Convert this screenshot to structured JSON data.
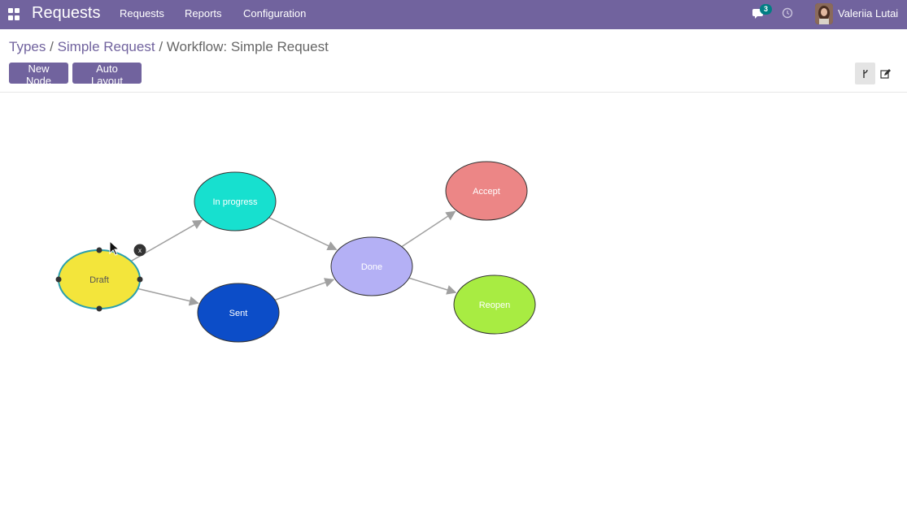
{
  "navbar": {
    "brand": "Requests",
    "menu": [
      "Requests",
      "Reports",
      "Configuration"
    ],
    "chat_count": "3",
    "user": "Valeriia Lutai"
  },
  "breadcrumb": {
    "types": "Types",
    "request": "Simple Request",
    "current": "Workflow: Simple Request",
    "separator": "/"
  },
  "toolbar": {
    "new_node": "New Node",
    "auto_layout": "Auto Layout"
  },
  "workflow": {
    "nodes": [
      {
        "id": "draft",
        "label": "Draft",
        "color": "#f3e53b",
        "text_color": "#555555",
        "selected": true
      },
      {
        "id": "in_progress",
        "label": "In progress",
        "color": "#17e0cf",
        "text_color": "#ffffff"
      },
      {
        "id": "sent",
        "label": "Sent",
        "color": "#0c4dc8",
        "text_color": "#ffffff"
      },
      {
        "id": "done",
        "label": "Done",
        "color": "#b4b0f5",
        "text_color": "#ffffff"
      },
      {
        "id": "accept",
        "label": "Accept",
        "color": "#ec8686",
        "text_color": "#ffffff"
      },
      {
        "id": "reopen",
        "label": "Reopen",
        "color": "#a8ec42",
        "text_color": "#ffffff"
      }
    ],
    "edges": [
      {
        "from": "draft",
        "to": "in_progress"
      },
      {
        "from": "draft",
        "to": "sent"
      },
      {
        "from": "in_progress",
        "to": "done"
      },
      {
        "from": "sent",
        "to": "done"
      },
      {
        "from": "done",
        "to": "accept"
      },
      {
        "from": "done",
        "to": "reopen"
      }
    ],
    "delete_glyph": "x"
  },
  "colors": {
    "brand": "#71639e",
    "edge": "#a0a0a0",
    "selection": "#2a9fae"
  }
}
